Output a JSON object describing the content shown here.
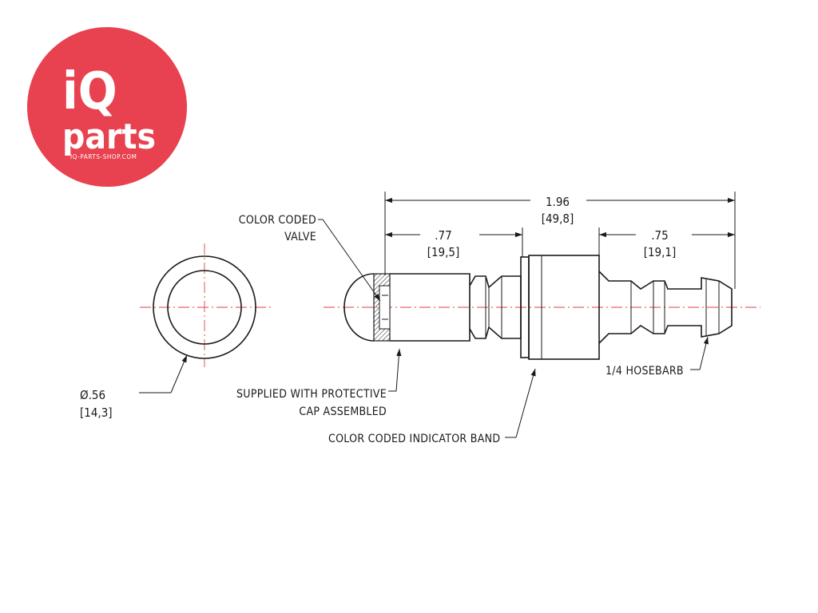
{
  "logo": {
    "mark": "iQ",
    "word": "parts",
    "url": "IQ-PARTS-SHOP.COM",
    "color": "#e8414f"
  },
  "dims": {
    "diameter": "Ø.56",
    "diameter_mm": "[14,3]",
    "overall": "1.96",
    "overall_mm": "[49,8]",
    "left": ".77",
    "left_mm": "[19,5]",
    "right": ".75",
    "right_mm": "[19,1]"
  },
  "callouts": {
    "valve": [
      "COLOR CODED",
      "VALVE"
    ],
    "cap": [
      "SUPPLIED WITH PROTECTIVE",
      "CAP ASSEMBLED"
    ],
    "band": "COLOR CODED INDICATOR BAND",
    "hosebarb": "1/4 HOSEBARB"
  },
  "colors": {
    "centerline": "#e0424a",
    "line": "#1a1a1a"
  }
}
